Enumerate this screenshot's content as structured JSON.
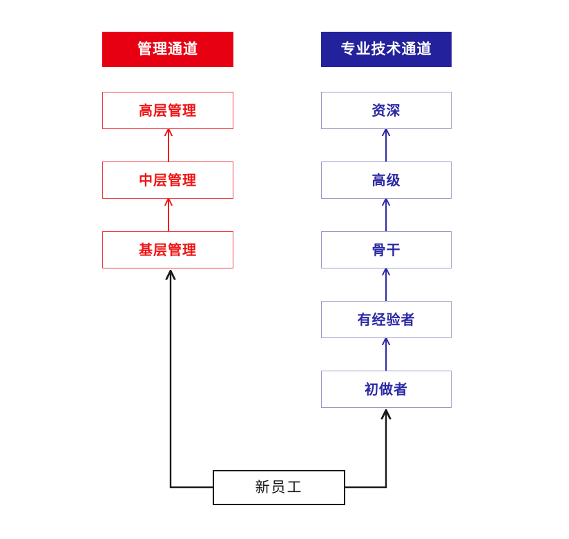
{
  "diagram": {
    "title_alt": "Dual career ladder",
    "background": "#ffffff",
    "colors": {
      "management_header_bg": "#e60012",
      "management_border": "#ef3b44",
      "management_text": "#f01414",
      "technical_header_bg": "#23219b",
      "technical_border": "#9a9ac8",
      "technical_text": "#2b28a5",
      "entry_border": "#1a1a1a",
      "entry_text": "#161616",
      "connector": "#1a1a1a"
    },
    "columns": [
      {
        "key": "management",
        "header": "管理通道",
        "levels": [
          {
            "label": "高层管理",
            "rank": 3
          },
          {
            "label": "中层管理",
            "rank": 2
          },
          {
            "label": "基层管理",
            "rank": 1
          }
        ]
      },
      {
        "key": "technical",
        "header": "专业技术通道",
        "levels": [
          {
            "label": "资深",
            "rank": 5
          },
          {
            "label": "高级",
            "rank": 4
          },
          {
            "label": "骨干",
            "rank": 3
          },
          {
            "label": "有经验者",
            "rank": 2
          },
          {
            "label": "初做者",
            "rank": 1
          }
        ]
      }
    ],
    "entry": {
      "label": "新员工"
    },
    "connectors": {
      "management_arrows": 2,
      "technical_arrows": 4,
      "entry_branches": 2
    }
  }
}
